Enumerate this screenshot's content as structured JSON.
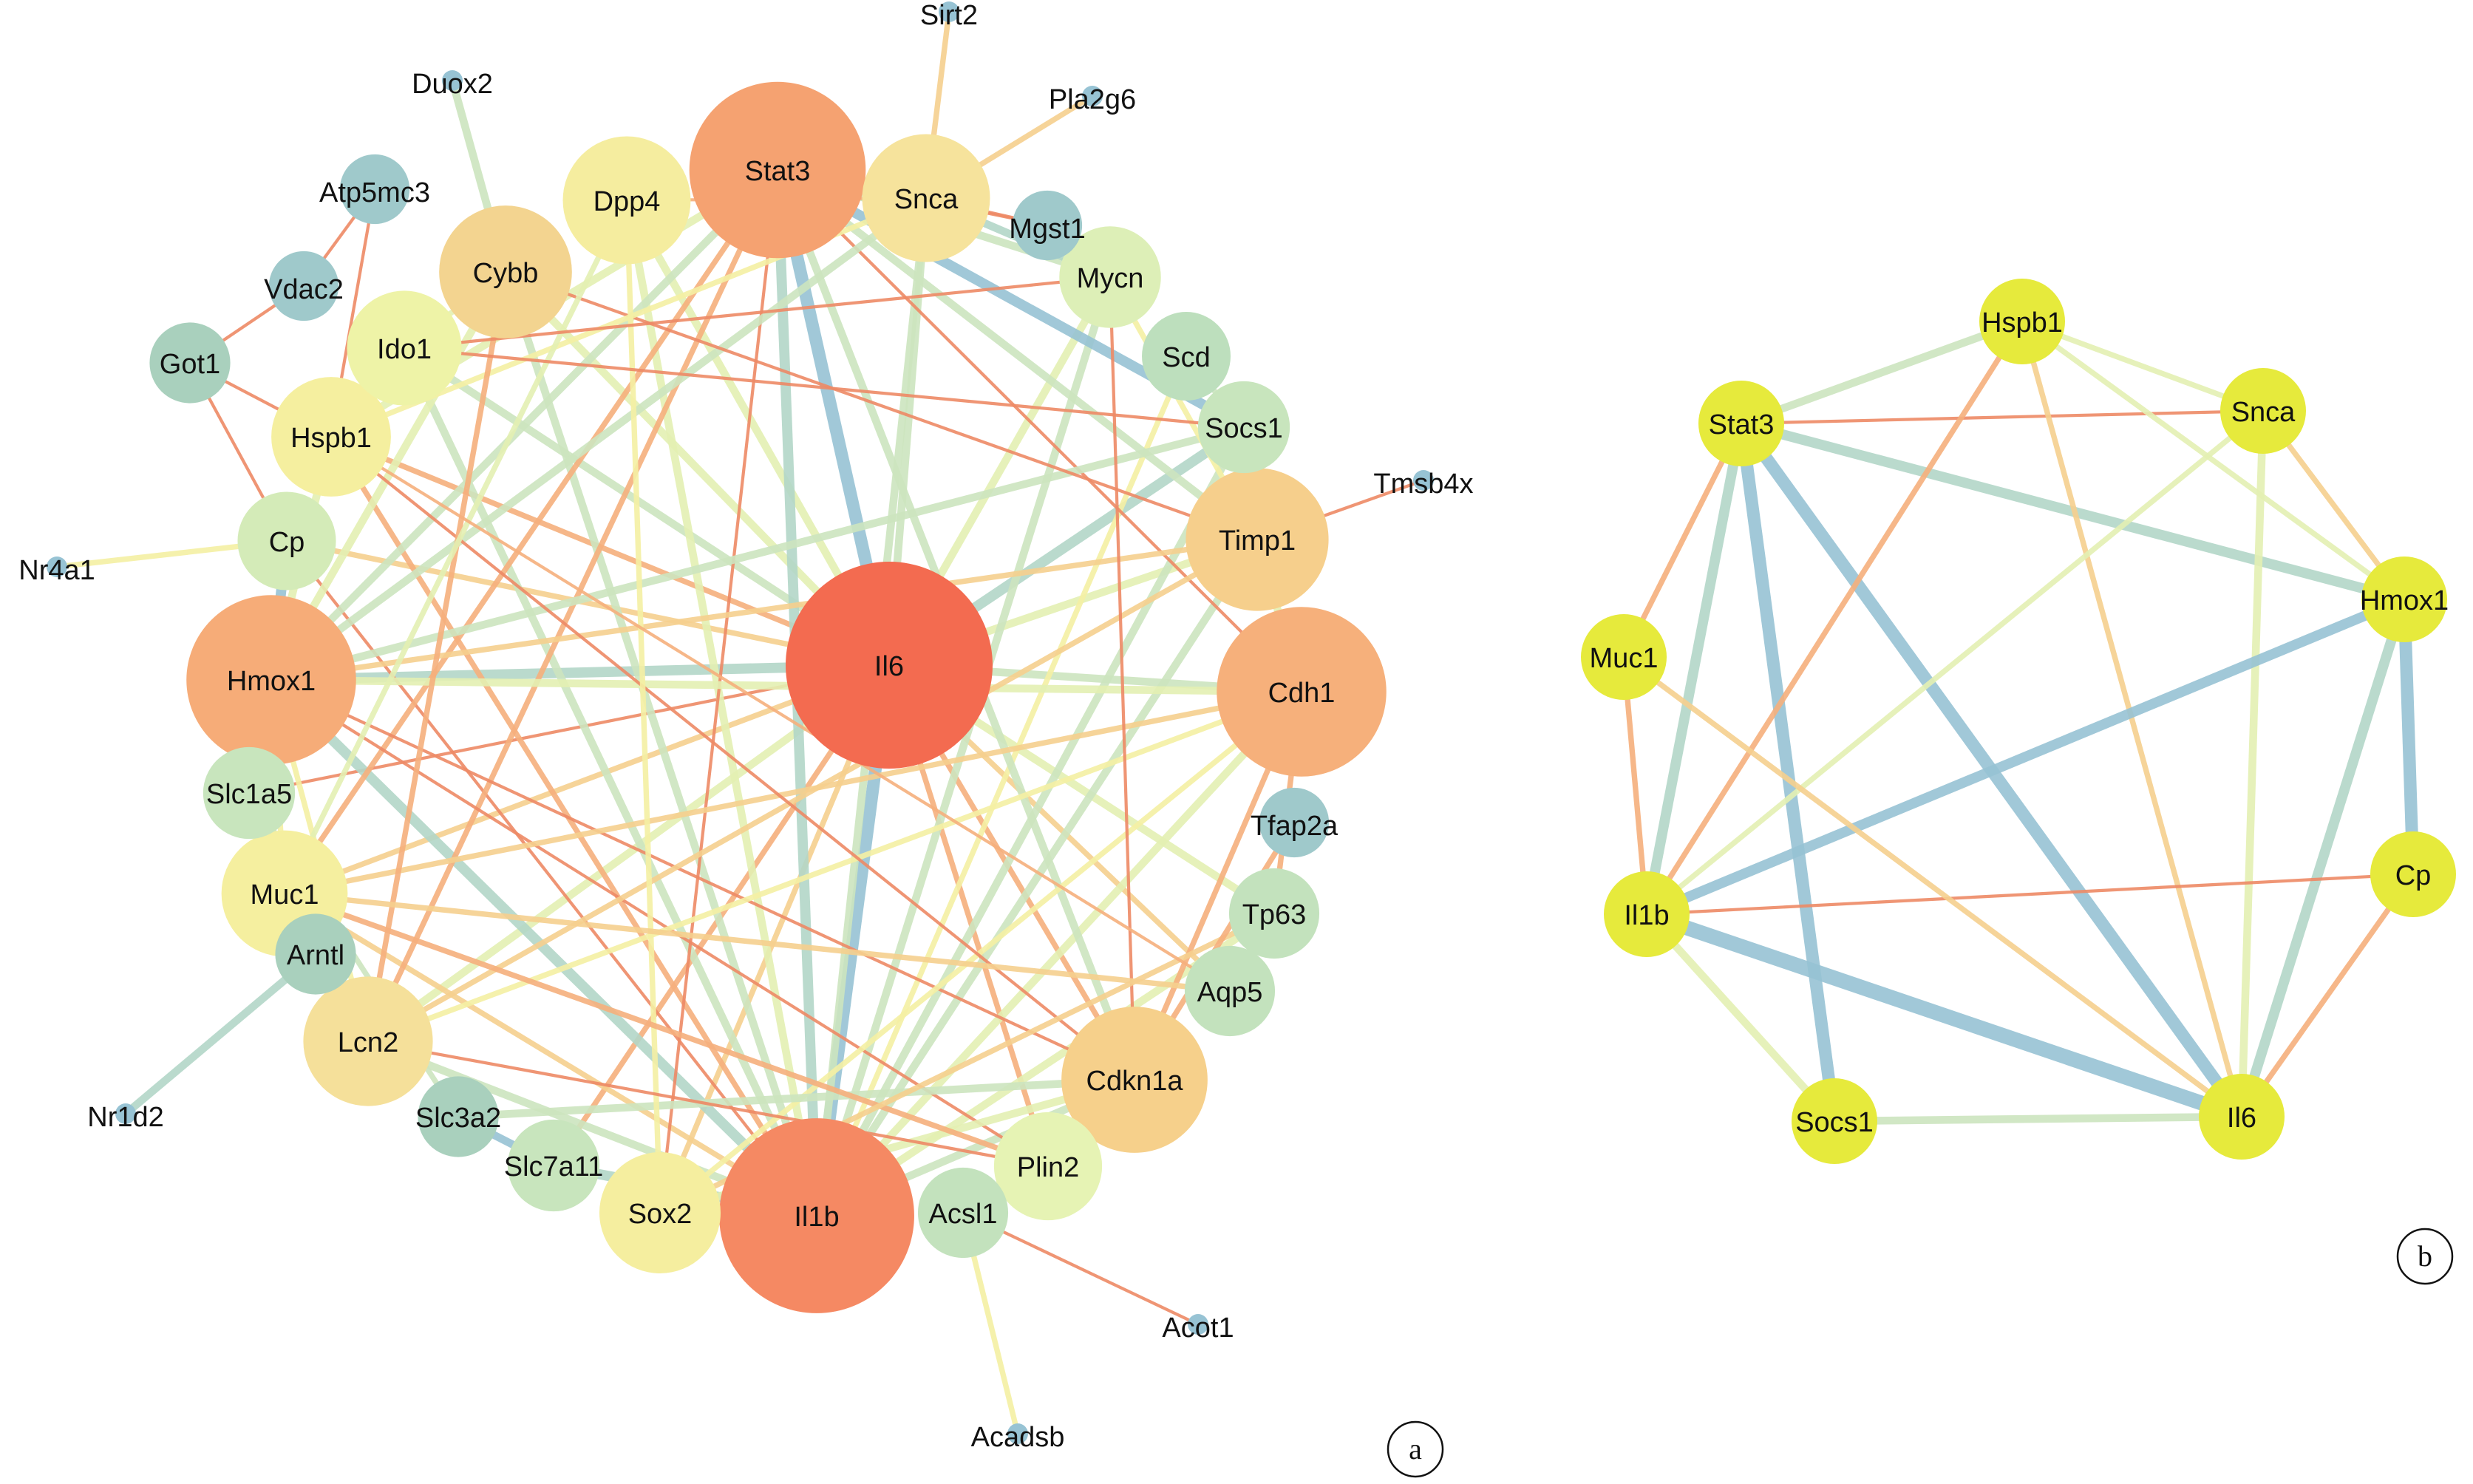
{
  "colors": {
    "heat": [
      "#f36b50",
      "#f5926b",
      "#f6b07d",
      "#f6d08e",
      "#f6e49a",
      "#f5f0a4",
      "#e4f0b3",
      "#cde5bf",
      "#b3d7c8",
      "#97c3d4"
    ],
    "node_b": "#e6ea3c",
    "edge_thin": "#ee8a66",
    "label_outline": "#000000"
  },
  "panel_a": {
    "label": "a",
    "nodes": [
      {
        "id": "Il6",
        "label": "Il6",
        "degree": 1.0,
        "color": "#f36b50"
      },
      {
        "id": "Il1b",
        "label": "Il1b",
        "degree": 0.93,
        "color": "#f58963"
      },
      {
        "id": "Stat3",
        "label": "Stat3",
        "degree": 0.82,
        "color": "#f5a271"
      },
      {
        "id": "Hmox1",
        "label": "Hmox1",
        "degree": 0.78,
        "color": "#f6ac78"
      },
      {
        "id": "Cdh1",
        "label": "Cdh1",
        "degree": 0.78,
        "color": "#f6b07b"
      },
      {
        "id": "Timp1",
        "label": "Timp1",
        "degree": 0.62,
        "color": "#f6cf8c"
      },
      {
        "id": "Cdkn1a",
        "label": "Cdkn1a",
        "degree": 0.64,
        "color": "#f6d08b"
      },
      {
        "id": "Cybb",
        "label": "Cybb",
        "degree": 0.56,
        "color": "#f3d490"
      },
      {
        "id": "Snca",
        "label": "Snca",
        "degree": 0.53,
        "color": "#f6e39c"
      },
      {
        "id": "Lcn2",
        "label": "Lcn2",
        "degree": 0.54,
        "color": "#f5e09a"
      },
      {
        "id": "Dpp4",
        "label": "Dpp4",
        "degree": 0.53,
        "color": "#f5ed9f"
      },
      {
        "id": "Muc1",
        "label": "Muc1",
        "degree": 0.52,
        "color": "#f5ef9f"
      },
      {
        "id": "Sox2",
        "label": "Sox2",
        "degree": 0.49,
        "color": "#f5ee9f"
      },
      {
        "id": "Hspb1",
        "label": "Hspb1",
        "degree": 0.48,
        "color": "#f5ef9f"
      },
      {
        "id": "Ido1",
        "label": "Ido1",
        "degree": 0.45,
        "color": "#eef3a7"
      },
      {
        "id": "Plin2",
        "label": "Plin2",
        "degree": 0.41,
        "color": "#e6f3b4"
      },
      {
        "id": "Mycn",
        "label": "Mycn",
        "degree": 0.37,
        "color": "#ddefb7"
      },
      {
        "id": "Cp",
        "label": "Cp",
        "degree": 0.35,
        "color": "#d4ebb8"
      },
      {
        "id": "Socs1",
        "label": "Socs1",
        "degree": 0.31,
        "color": "#c8e5bd"
      },
      {
        "id": "Slc1a5",
        "label": "Slc1a5",
        "degree": 0.31,
        "color": "#c8e5bd"
      },
      {
        "id": "Slc7a11",
        "label": "Slc7a11",
        "degree": 0.31,
        "color": "#c8e5bd"
      },
      {
        "id": "Acsl1",
        "label": "Acsl1",
        "degree": 0.3,
        "color": "#c3e2bd"
      },
      {
        "id": "Tp63",
        "label": "Tp63",
        "degree": 0.3,
        "color": "#c3e2bd"
      },
      {
        "id": "Aqp5",
        "label": "Aqp5",
        "degree": 0.3,
        "color": "#c3e2bd"
      },
      {
        "id": "Scd",
        "label": "Scd",
        "degree": 0.29,
        "color": "#bddfbd"
      },
      {
        "id": "Slc3a2",
        "label": "Slc3a2",
        "degree": 0.24,
        "color": "#a9d0bd"
      },
      {
        "id": "Got1",
        "label": "Got1",
        "degree": 0.24,
        "color": "#a9d0bd"
      },
      {
        "id": "Arntl",
        "label": "Arntl",
        "degree": 0.24,
        "color": "#a9d0bd"
      },
      {
        "id": "Mgst1",
        "label": "Mgst1",
        "degree": 0.17,
        "color": "#9fc9cb"
      },
      {
        "id": "Vdac2",
        "label": "Vdac2",
        "degree": 0.17,
        "color": "#9fc9cb"
      },
      {
        "id": "Atp5mc3",
        "label": "Atp5mc3",
        "degree": 0.17,
        "color": "#9fc9cb"
      },
      {
        "id": "Tfap2a",
        "label": "Tfap2a",
        "degree": 0.17,
        "color": "#9fc9cb"
      },
      {
        "id": "Sirt2",
        "label": "Sirt2",
        "degree": 0.12,
        "color": "#97c3d4"
      },
      {
        "id": "Pla2g6",
        "label": "Pla2g6",
        "degree": 0.12,
        "color": "#97c3d4"
      },
      {
        "id": "Duox2",
        "label": "Duox2",
        "degree": 0.12,
        "color": "#97c3d4"
      },
      {
        "id": "Tmsb4x",
        "label": "Tmsb4x",
        "degree": 0.12,
        "color": "#97c3d4"
      },
      {
        "id": "Nr4a1",
        "label": "Nr4a1",
        "degree": 0.12,
        "color": "#97c3d4"
      },
      {
        "id": "Nr1d2",
        "label": "Nr1d2",
        "degree": 0.12,
        "color": "#97c3d4"
      },
      {
        "id": "Acot1",
        "label": "Acot1",
        "degree": 0.12,
        "color": "#97c3d4"
      },
      {
        "id": "Acadsb",
        "label": "Acadsb",
        "degree": 0.12,
        "color": "#97c3d4"
      }
    ],
    "edges": [
      [
        "Il6",
        "Il1b",
        "#97c3d4",
        5
      ],
      [
        "Il6",
        "Stat3",
        "#97c3d4",
        5
      ],
      [
        "Il6",
        "Hmox1",
        "#b3d7c8",
        4
      ],
      [
        "Il6",
        "Cdh1",
        "#cde5bf",
        3
      ],
      [
        "Il6",
        "Timp1",
        "#e4f0b3",
        3
      ],
      [
        "Il6",
        "Cdkn1a",
        "#f6b07d",
        2
      ],
      [
        "Il6",
        "Cybb",
        "#e4f0b3",
        3
      ],
      [
        "Il6",
        "Snca",
        "#cde5bf",
        3
      ],
      [
        "Il6",
        "Lcn2",
        "#e4f0b3",
        3
      ],
      [
        "Il6",
        "Dpp4",
        "#e4f0b3",
        3
      ],
      [
        "Il6",
        "Muc1",
        "#f6d08e",
        2
      ],
      [
        "Il6",
        "Sox2",
        "#f6d08e",
        2
      ],
      [
        "Il6",
        "Hspb1",
        "#f6b07d",
        2
      ],
      [
        "Il6",
        "Ido1",
        "#cde5bf",
        3
      ],
      [
        "Il6",
        "Plin2",
        "#f6b07d",
        2
      ],
      [
        "Il6",
        "Mycn",
        "#e4f0b3",
        3
      ],
      [
        "Il6",
        "Cp",
        "#f6d08e",
        2
      ],
      [
        "Il6",
        "Socs1",
        "#b3d7c8",
        4
      ],
      [
        "Il6",
        "Slc1a5",
        "#ee8a66",
        1
      ],
      [
        "Il6",
        "Slc7a11",
        "#f6b07d",
        2
      ],
      [
        "Il6",
        "Tp63",
        "#e4f0b3",
        3
      ],
      [
        "Il6",
        "Aqp5",
        "#f6d08e",
        2
      ],
      [
        "Il1b",
        "Stat3",
        "#b3d7c8",
        4
      ],
      [
        "Il1b",
        "Hmox1",
        "#b3d7c8",
        4
      ],
      [
        "Il1b",
        "Cdh1",
        "#e4f0b3",
        3
      ],
      [
        "Il1b",
        "Timp1",
        "#cde5bf",
        3
      ],
      [
        "Il1b",
        "Cdkn1a",
        "#cde5bf",
        3
      ],
      [
        "Il1b",
        "Cybb",
        "#cde5bf",
        3
      ],
      [
        "Il1b",
        "Snca",
        "#cde5bf",
        3
      ],
      [
        "Il1b",
        "Lcn2",
        "#cde5bf",
        3
      ],
      [
        "Il1b",
        "Dpp4",
        "#e4f0b3",
        3
      ],
      [
        "Il1b",
        "Muc1",
        "#f6d08e",
        2
      ],
      [
        "Il1b",
        "Hspb1",
        "#f6b07d",
        2
      ],
      [
        "Il1b",
        "Ido1",
        "#cde5bf",
        3
      ],
      [
        "Il1b",
        "Mycn",
        "#cde5bf",
        3
      ],
      [
        "Il1b",
        "Socs1",
        "#cde5bf",
        3
      ],
      [
        "Il1b",
        "Slc7a11",
        "#b3d7c8",
        4
      ],
      [
        "Il1b",
        "Cp",
        "#ee8a66",
        1
      ],
      [
        "Il1b",
        "Scd",
        "#f5f0a4",
        2
      ],
      [
        "Il1b",
        "Tp63",
        "#e4f0b3",
        3
      ],
      [
        "Stat3",
        "Hmox1",
        "#cde5bf",
        3
      ],
      [
        "Stat3",
        "Cdh1",
        "#ee8a66",
        1
      ],
      [
        "Stat3",
        "Timp1",
        "#cde5bf",
        3
      ],
      [
        "Stat3",
        "Cdkn1a",
        "#cde5bf",
        3
      ],
      [
        "Stat3",
        "Snca",
        "#f6d08e",
        2
      ],
      [
        "Stat3",
        "Mycn",
        "#cde5bf",
        3
      ],
      [
        "Stat3",
        "Socs1",
        "#97c3d4",
        4
      ],
      [
        "Stat3",
        "Muc1",
        "#f6b07d",
        2
      ],
      [
        "Stat3",
        "Hspb1",
        "#e4f0b3",
        3
      ],
      [
        "Stat3",
        "Lcn2",
        "#f6b07d",
        2
      ],
      [
        "Stat3",
        "Sox2",
        "#ee8a66",
        1
      ],
      [
        "Hmox1",
        "Cdh1",
        "#e4f0b3",
        3
      ],
      [
        "Hmox1",
        "Timp1",
        "#f6d08e",
        2
      ],
      [
        "Hmox1",
        "Cdkn1a",
        "#ee8a66",
        1
      ],
      [
        "Hmox1",
        "Snca",
        "#cde5bf",
        3
      ],
      [
        "Hmox1",
        "Cp",
        "#97c3d4",
        4
      ],
      [
        "Hmox1",
        "Hspb1",
        "#e4f0b3",
        3
      ],
      [
        "Hmox1",
        "Socs1",
        "#cde5bf",
        3
      ],
      [
        "Hmox1",
        "Cybb",
        "#e4f0b3",
        3
      ],
      [
        "Hmox1",
        "Lcn2",
        "#f5f0a4",
        2
      ],
      [
        "Hmox1",
        "Muc1",
        "#f5f0a4",
        2
      ],
      [
        "Hmox1",
        "Plin2",
        "#ee8a66",
        1
      ],
      [
        "Cdh1",
        "Timp1",
        "#e4f0b3",
        3
      ],
      [
        "Cdh1",
        "Cdkn1a",
        "#f6b07d",
        2
      ],
      [
        "Cdh1",
        "Tp63",
        "#f6b07d",
        2
      ],
      [
        "Cdh1",
        "Muc1",
        "#f6d08e",
        2
      ],
      [
        "Cdh1",
        "Sox2",
        "#f5f0a4",
        2
      ],
      [
        "Cdh1",
        "Lcn2",
        "#f5f0a4",
        2
      ],
      [
        "Timp1",
        "Lcn2",
        "#f6d08e",
        2
      ],
      [
        "Timp1",
        "Cybb",
        "#ee8a66",
        1
      ],
      [
        "Timp1",
        "Mycn",
        "#f5f0a4",
        2
      ],
      [
        "Timp1",
        "Tmsb4x",
        "#ee8a66",
        1
      ],
      [
        "Cdkn1a",
        "Sox2",
        "#e4f0b3",
        3
      ],
      [
        "Cdkn1a",
        "Mycn",
        "#ee8a66",
        1
      ],
      [
        "Cdkn1a",
        "Hspb1",
        "#ee8a66",
        1
      ],
      [
        "Cdkn1a",
        "Slc3a2",
        "#cde5bf",
        3
      ],
      [
        "Snca",
        "Sirt2",
        "#f6d08e",
        2
      ],
      [
        "Snca",
        "Pla2g6",
        "#f6d08e",
        2
      ],
      [
        "Snca",
        "Dpp4",
        "#f6b07d",
        1
      ],
      [
        "Snca",
        "Hspb1",
        "#f5f0a4",
        2
      ],
      [
        "Snca",
        "Mycn",
        "#b3d7c8",
        3
      ],
      [
        "Cybb",
        "Duox2",
        "#cde5bf",
        3
      ],
      [
        "Cybb",
        "Ido1",
        "#e4f0b3",
        2
      ],
      [
        "Cybb",
        "Lcn2",
        "#f6b07d",
        2
      ],
      [
        "Dpp4",
        "Muc1",
        "#e4f0b3",
        2
      ],
      [
        "Dpp4",
        "Sox2",
        "#f5f0a4",
        2
      ],
      [
        "Muc1",
        "Arntl",
        "#b3d7c8",
        3
      ],
      [
        "Muc1",
        "Aqp5",
        "#f6d08e",
        2
      ],
      [
        "Muc1",
        "Slc1a5",
        "#f5f0a4",
        2
      ],
      [
        "Muc1",
        "Plin2",
        "#f6b07d",
        2
      ],
      [
        "Sox2",
        "Tp63",
        "#f6d08e",
        2
      ],
      [
        "Hspb1",
        "Got1",
        "#ee8a66",
        1
      ],
      [
        "Hspb1",
        "Atp5mc3",
        "#ee8a66",
        1
      ],
      [
        "Cp",
        "Nr4a1",
        "#f5f0a4",
        2
      ],
      [
        "Cp",
        "Got1",
        "#ee8a66",
        1
      ],
      [
        "Arntl",
        "Nr1d2",
        "#b3d7c8",
        3
      ],
      [
        "Arntl",
        "Lcn2",
        "#cde5bf",
        2
      ],
      [
        "Slc3a2",
        "Slc7a11",
        "#97c3d4",
        3
      ],
      [
        "Slc1a5",
        "Slc3a2",
        "#cde5bf",
        2
      ],
      [
        "Acsl1",
        "Acot1",
        "#ee8a66",
        1
      ],
      [
        "Acsl1",
        "Acadsb",
        "#f5f0a4",
        2
      ],
      [
        "Acsl1",
        "Plin2",
        "#e4f0b3",
        2
      ],
      [
        "Got1",
        "Vdac2",
        "#ee8a66",
        1
      ],
      [
        "Vdac2",
        "Atp5mc3",
        "#ee8a66",
        1
      ],
      [
        "Mgst1",
        "Stat3",
        "#ee8a66",
        1
      ],
      [
        "Mgst1",
        "Snca",
        "#ee8a66",
        1
      ],
      [
        "Scd",
        "Socs1",
        "#cde5bf",
        2
      ],
      [
        "Tfap2a",
        "Cdkn1a",
        "#f6b07d",
        2
      ],
      [
        "Aqp5",
        "Hspb1",
        "#f6b07d",
        1
      ],
      [
        "Mycn",
        "Ido1",
        "#ee8a66",
        1
      ],
      [
        "Plin2",
        "Lcn2",
        "#ee8a66",
        1
      ],
      [
        "Socs1",
        "Ido1",
        "#ee8a66",
        1
      ]
    ]
  },
  "panel_b": {
    "label": "b",
    "nodes": [
      {
        "id": "Hspb1",
        "label": "Hspb1"
      },
      {
        "id": "Snca",
        "label": "Snca"
      },
      {
        "id": "Hmox1",
        "label": "Hmox1"
      },
      {
        "id": "Cp",
        "label": "Cp"
      },
      {
        "id": "Il6",
        "label": "Il6"
      },
      {
        "id": "Socs1",
        "label": "Socs1"
      },
      {
        "id": "Il1b",
        "label": "Il1b"
      },
      {
        "id": "Muc1",
        "label": "Muc1"
      },
      {
        "id": "Stat3",
        "label": "Stat3"
      }
    ],
    "edges": [
      [
        "Stat3",
        "Hspb1",
        "#cde5bf",
        3
      ],
      [
        "Stat3",
        "Snca",
        "#ee8a66",
        1
      ],
      [
        "Stat3",
        "Hmox1",
        "#b3d7c8",
        4
      ],
      [
        "Stat3",
        "Il6",
        "#97c3d4",
        5
      ],
      [
        "Stat3",
        "Socs1",
        "#97c3d4",
        5
      ],
      [
        "Stat3",
        "Il1b",
        "#b3d7c8",
        4
      ],
      [
        "Stat3",
        "Muc1",
        "#f6b07d",
        2
      ],
      [
        "Hspb1",
        "Snca",
        "#e4f0b3",
        2
      ],
      [
        "Hspb1",
        "Hmox1",
        "#e4f0b3",
        2
      ],
      [
        "Hspb1",
        "Il6",
        "#f6d08e",
        2
      ],
      [
        "Hspb1",
        "Il1b",
        "#f6b07d",
        2
      ],
      [
        "Snca",
        "Hmox1",
        "#f6d08e",
        2
      ],
      [
        "Snca",
        "Il6",
        "#e4f0b3",
        3
      ],
      [
        "Snca",
        "Il1b",
        "#e4f0b3",
        2
      ],
      [
        "Hmox1",
        "Cp",
        "#97c3d4",
        5
      ],
      [
        "Hmox1",
        "Il6",
        "#b3d7c8",
        4
      ],
      [
        "Hmox1",
        "Il1b",
        "#97c3d4",
        4
      ],
      [
        "Cp",
        "Il6",
        "#f6b07d",
        2
      ],
      [
        "Cp",
        "Il1b",
        "#ee8a66",
        1
      ],
      [
        "Il6",
        "Socs1",
        "#cde5bf",
        3
      ],
      [
        "Il6",
        "Il1b",
        "#97c3d4",
        6
      ],
      [
        "Il6",
        "Muc1",
        "#f6d08e",
        2
      ],
      [
        "Il1b",
        "Socs1",
        "#e4f0b3",
        3
      ],
      [
        "Il1b",
        "Muc1",
        "#f6b07d",
        2
      ]
    ]
  }
}
